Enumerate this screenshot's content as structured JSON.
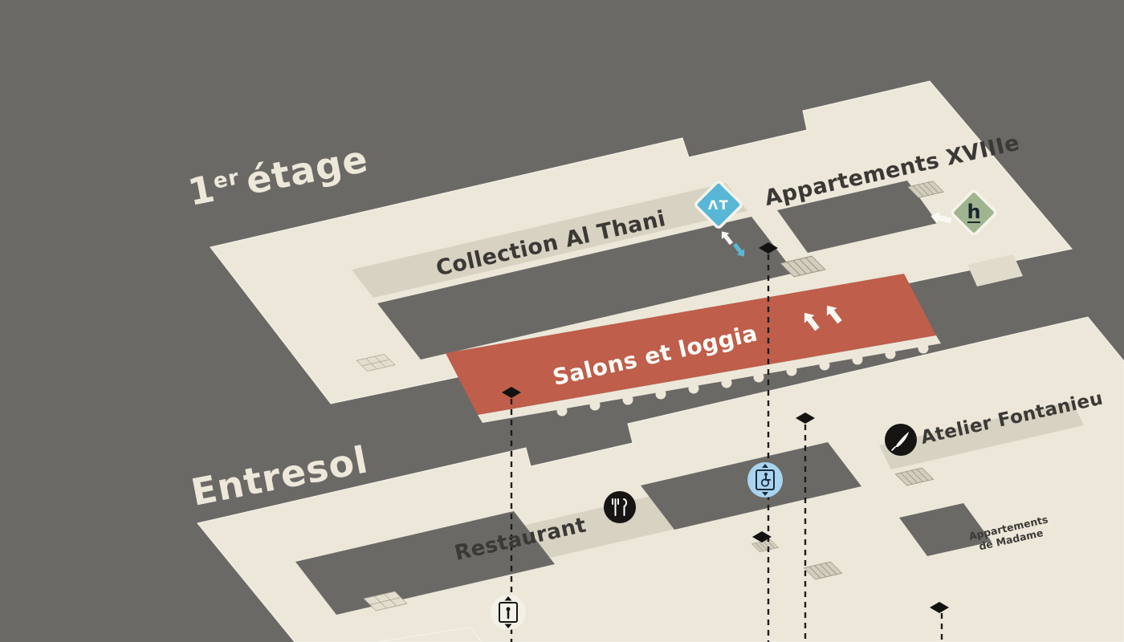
{
  "floor1": {
    "title": {
      "num": "1",
      "sup": "er",
      "word": "étage"
    },
    "areas": {
      "collection": "Collection Al Thani",
      "salons": "Salons et loggia",
      "apartments": "Appartements XVIIIe"
    },
    "badges": {
      "al_thani": "ΛT",
      "marine": "h"
    }
  },
  "entresol": {
    "title": "Entresol",
    "areas": {
      "restaurant": "Restaurant",
      "atelier": "Atelier Fontanieu",
      "madame_line1": "Appartements",
      "madame_line2": "de Madame"
    }
  },
  "icons": {
    "restaurant": "fork-and-knife-icon",
    "atelier": "quill-icon",
    "elevator": "elevator-icon",
    "accessible_elevator": "accessible-elevator-icon"
  },
  "colors": {
    "background": "#6B6966",
    "plate": "#ECE7D9",
    "band": "#D7D2C1",
    "courtyard": "#6B6966",
    "highlight_red": "#BE5E4B",
    "badge_blue": "#58B7D6",
    "badge_green": "#9FB58F",
    "icon_black": "#161513",
    "elevator_circle": "#F3F0E8",
    "accessible_blue": "#A9D4EF",
    "label_dark": "#3B3936",
    "label_light": "#EDE8DA"
  }
}
